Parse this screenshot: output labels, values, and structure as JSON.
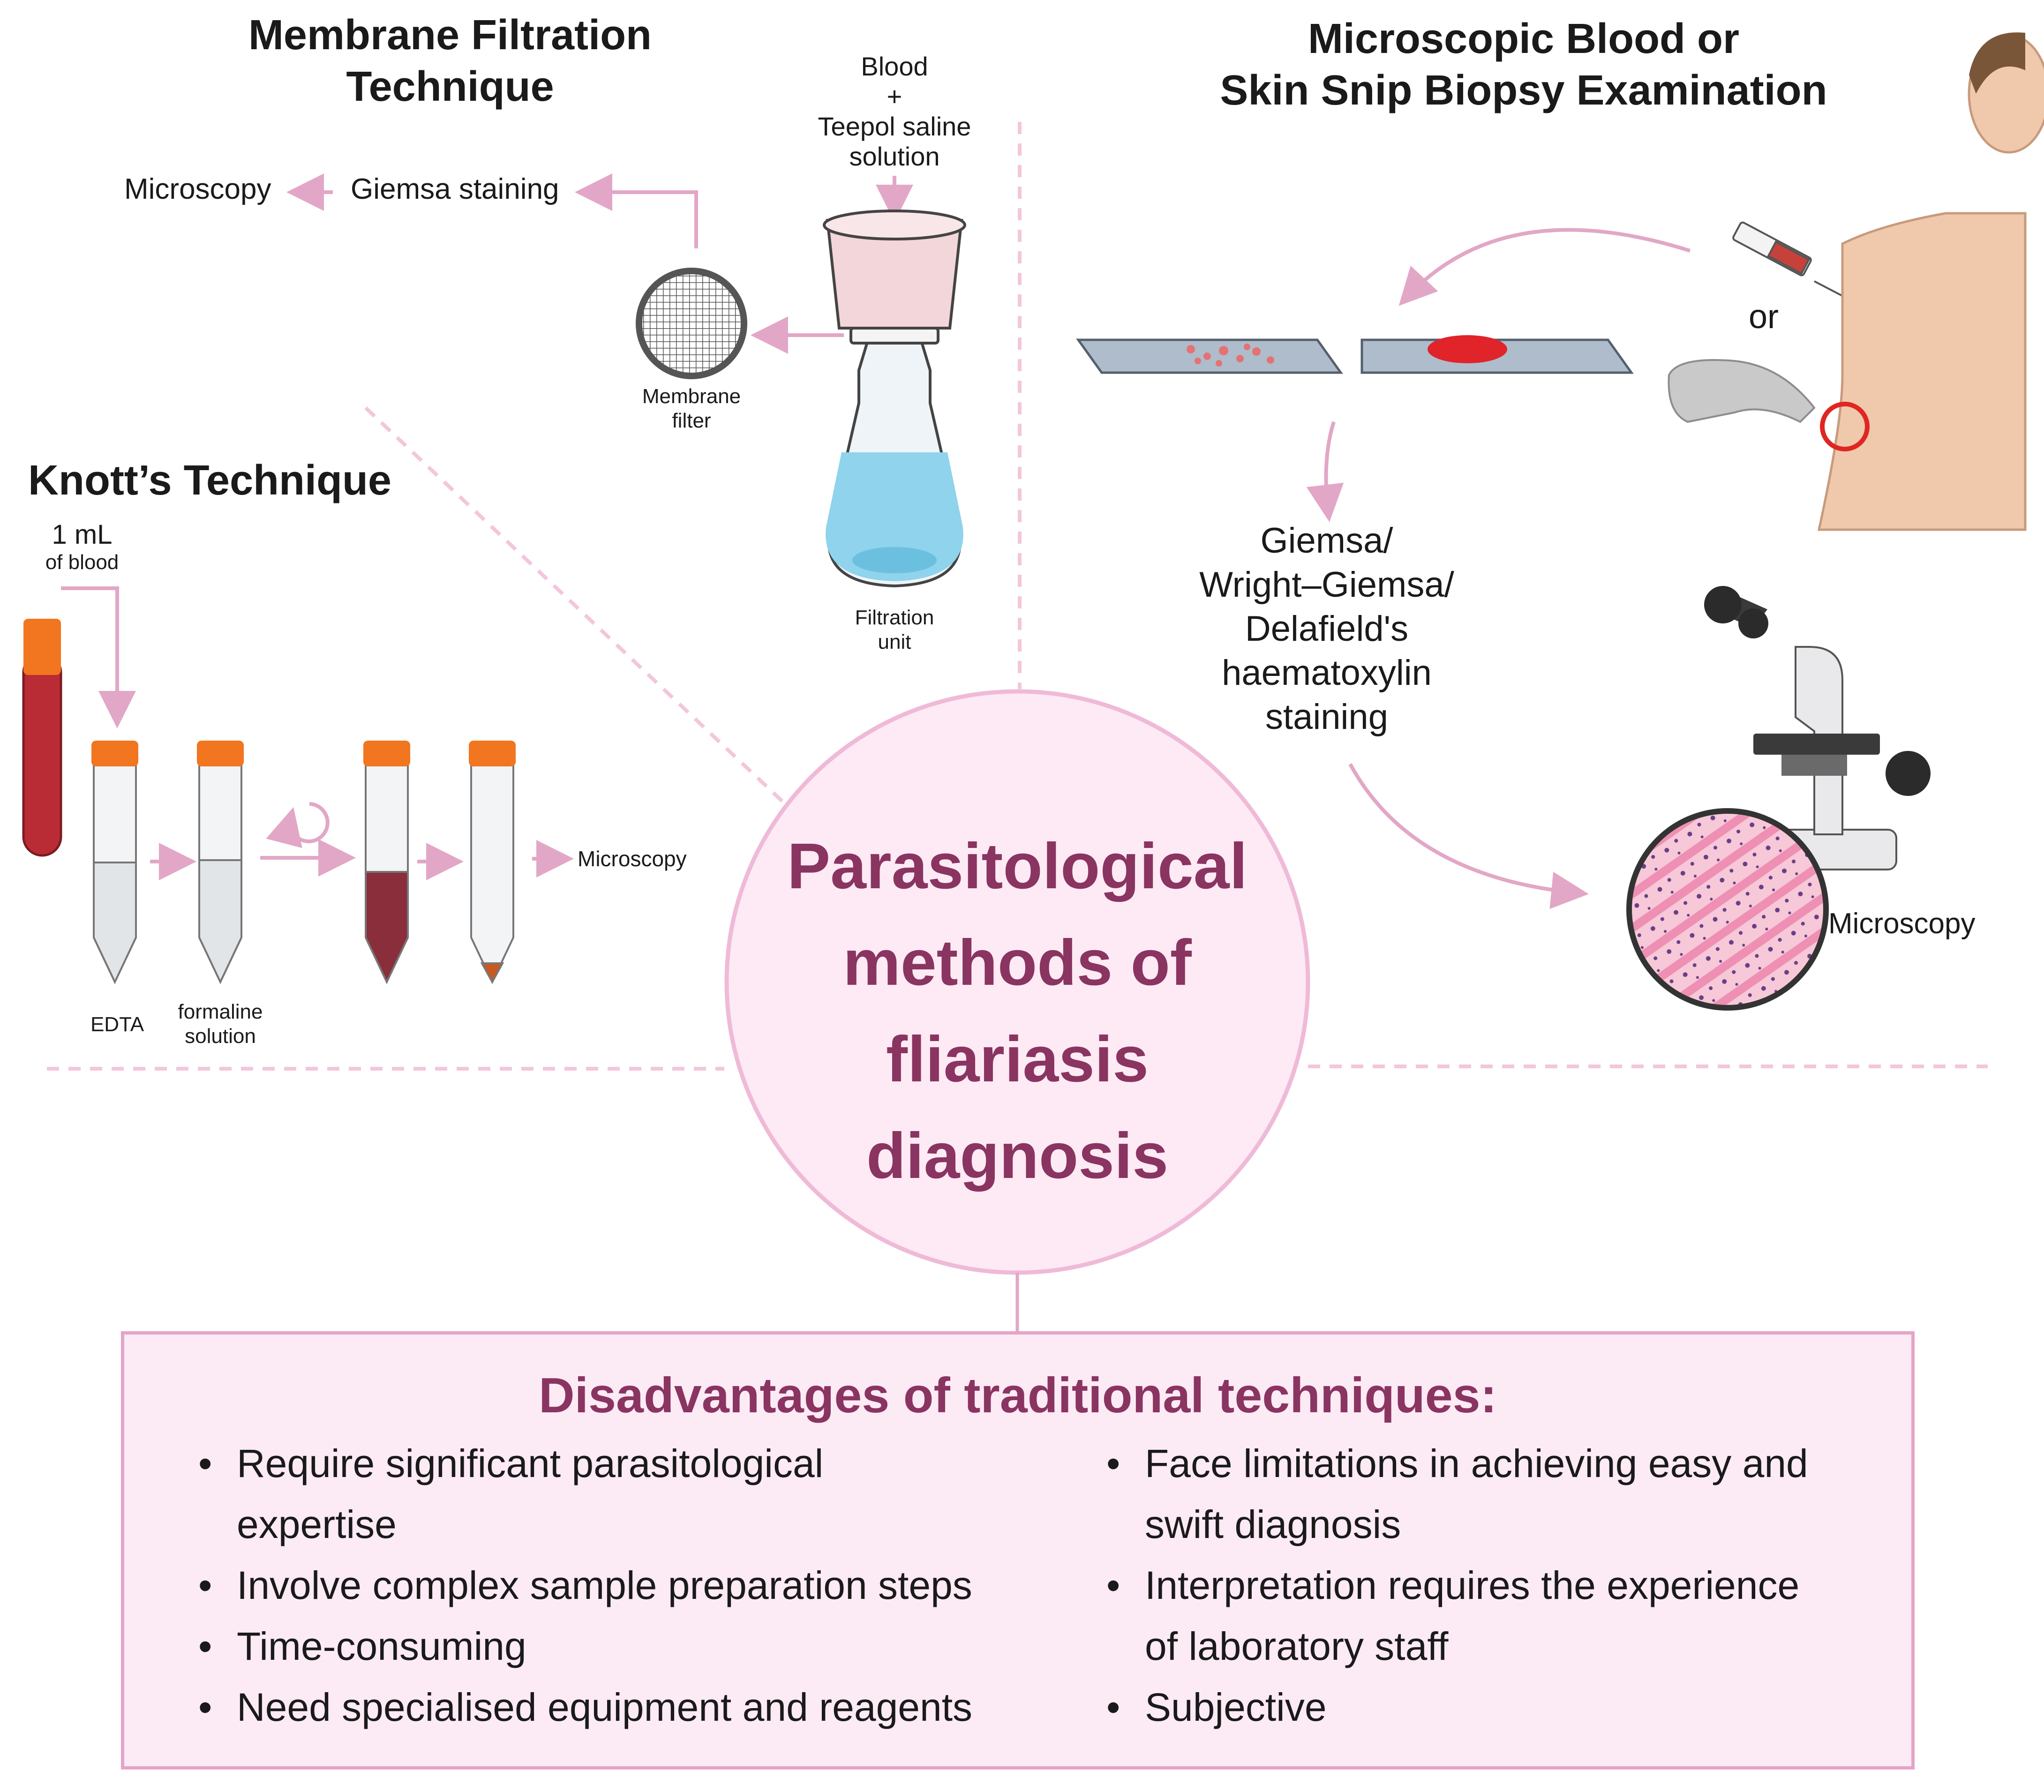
{
  "titles": {
    "membrane": [
      "Membrane Filtration",
      "Technique"
    ],
    "microscopic": [
      "Microscopic Blood or",
      "Skin Snip Biopsy Examination"
    ],
    "knott": "Knott’s Technique"
  },
  "membrane": {
    "microscopy": "Microscopy",
    "giemsa": "Giemsa staining",
    "blood_lines": [
      "Blood",
      "+",
      "Teepol saline",
      "solution"
    ],
    "filter_lines": [
      "Membrane",
      "filter"
    ],
    "filtration_lines": [
      "Filtration",
      "unit"
    ]
  },
  "knott": {
    "blood_lines": [
      "1 mL",
      "of blood"
    ],
    "edta": "EDTA",
    "formaline_lines": [
      "formaline",
      "solution"
    ],
    "microscopy": "Microscopy"
  },
  "microscopic": {
    "or": "or",
    "stain_lines": [
      "Giemsa/",
      "Wright–Giemsa/",
      "Delafield's",
      "haematoxylin",
      "staining"
    ],
    "microscopy": "Microscopy"
  },
  "center": {
    "lines": [
      "Parasitological",
      "methods of",
      "fliariasis",
      "diagnosis"
    ]
  },
  "disadvantages": {
    "title": "Disadvantages of traditional techniques:",
    "left": [
      [
        "Require significant parasitological",
        "expertise"
      ],
      [
        "Involve complex sample preparation steps"
      ],
      [
        "Time-consuming"
      ],
      [
        "Need specialised equipment and reagents"
      ]
    ],
    "right": [
      [
        "Face limitations in achieving easy and",
        "swift diagnosis"
      ],
      [
        "Interpretation requires the experience",
        "of laboratory staff"
      ],
      [
        "Subjective"
      ]
    ]
  },
  "colors": {
    "accent": "#8a3461",
    "arrow": "#e2a7c6",
    "circle_fill": "#fdeaf4",
    "cap": "#f2751f",
    "blood": "#b92c35",
    "flask_liquid": "#8fd3ec"
  }
}
